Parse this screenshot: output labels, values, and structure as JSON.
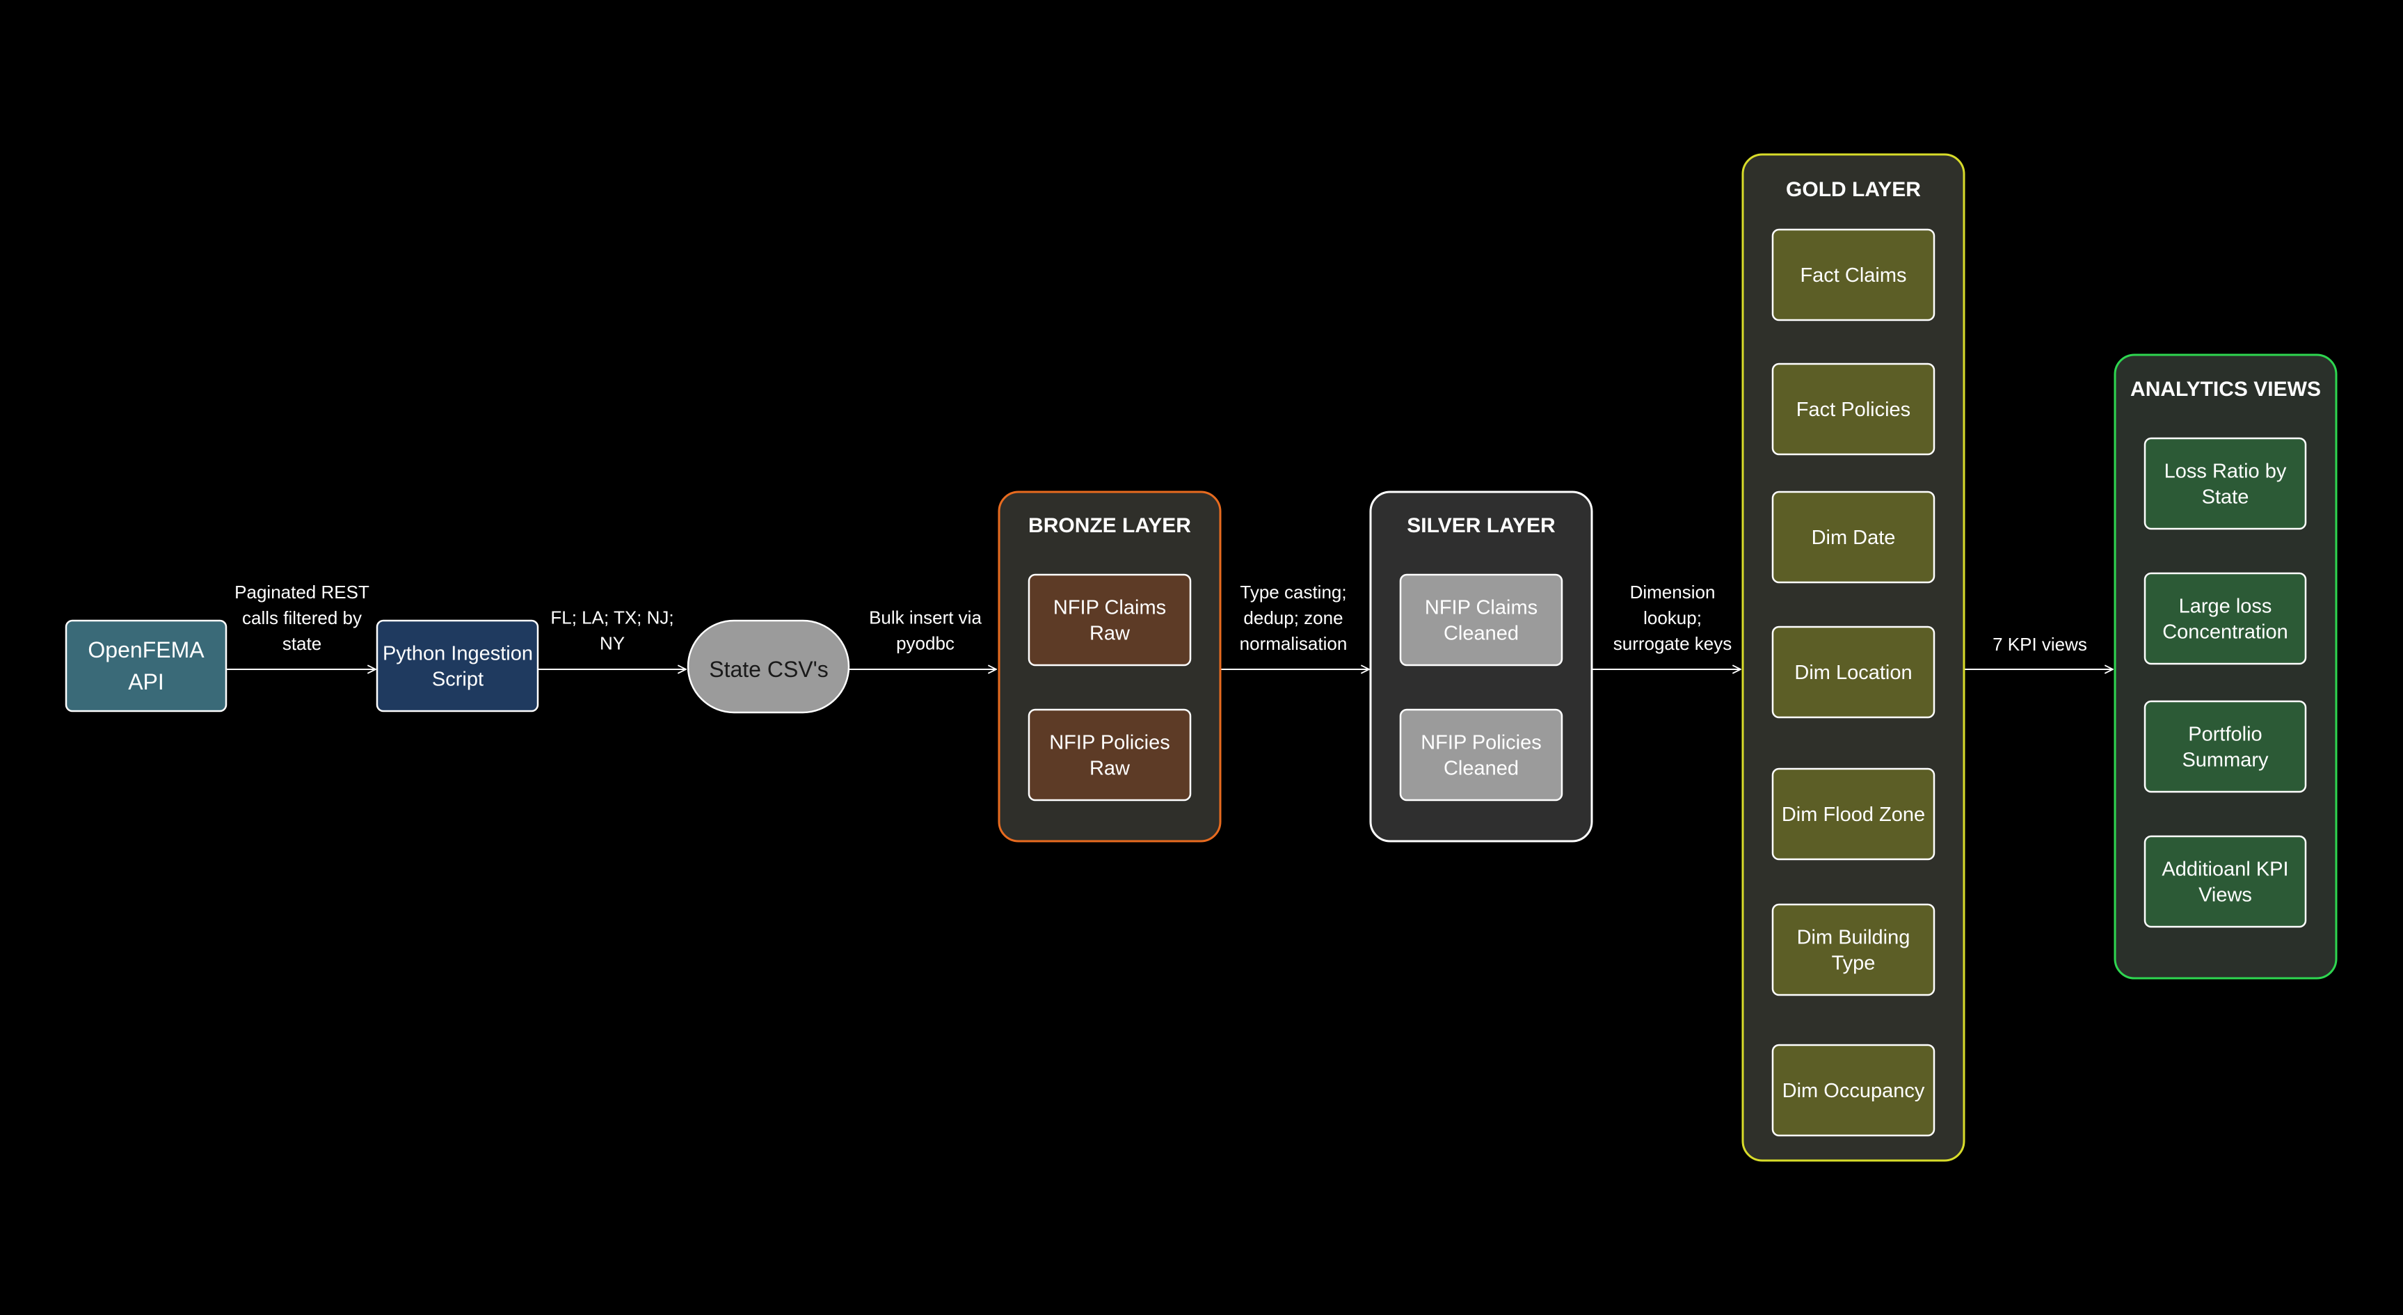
{
  "colors": {
    "background": "#000000",
    "api": "#3a6a78",
    "python": "#1f3a5f",
    "csv": "#9b9b9b",
    "bronze_border": "#e86b1f",
    "bronze_fill": "#2f2f2a",
    "bronze_item": "#5d3b26",
    "silver_border": "#ffffff",
    "silver_fill": "#2f2f2f",
    "silver_item": "#9b9b9b",
    "gold_border": "#d8dc2a",
    "gold_fill": "#2f302a",
    "gold_item": "#5c5e26",
    "analytics_border": "#2ed650",
    "analytics_fill": "#2a302a",
    "analytics_item": "#2c5a36",
    "edge": "#ffffff"
  },
  "nodes": {
    "openfema": [
      "OpenFEMA",
      "API"
    ],
    "python": [
      "Python Ingestion",
      "Script"
    ],
    "csv": [
      "State CSV's"
    ]
  },
  "layers": {
    "bronze": {
      "title": "BRONZE LAYER",
      "items": [
        [
          "NFIP Claims",
          "Raw"
        ],
        [
          "NFIP Policies",
          "Raw"
        ]
      ]
    },
    "silver": {
      "title": "SILVER LAYER",
      "items": [
        [
          "NFIP Claims",
          "Cleaned"
        ],
        [
          "NFIP Policies",
          "Cleaned"
        ]
      ]
    },
    "gold": {
      "title": "GOLD LAYER",
      "items": [
        [
          "Fact Claims"
        ],
        [
          "Fact Policies"
        ],
        [
          "Dim Date"
        ],
        [
          "Dim Location"
        ],
        [
          "Dim Flood Zone"
        ],
        [
          "Dim Building",
          "Type"
        ],
        [
          "Dim Occupancy"
        ]
      ]
    },
    "analytics": {
      "title": "ANALYTICS VIEWS",
      "items": [
        [
          "Loss Ratio by",
          "State"
        ],
        [
          "Large loss",
          "Concentration"
        ],
        [
          "Portfolio",
          "Summary"
        ],
        [
          "Additioanl KPI",
          "Views"
        ]
      ]
    }
  },
  "edges": {
    "api_to_python": [
      "Paginated REST",
      "calls filtered by",
      "state"
    ],
    "python_to_csv": [
      "FL; LA; TX; NJ;",
      "NY"
    ],
    "csv_to_bronze": [
      "Bulk insert via",
      "pyodbc"
    ],
    "bronze_to_silver": [
      "Type casting;",
      "dedup; zone",
      "normalisation"
    ],
    "silver_to_gold": [
      "Dimension",
      "lookup;",
      "surrogate keys"
    ],
    "gold_to_analytics": [
      "7 KPI views"
    ]
  }
}
